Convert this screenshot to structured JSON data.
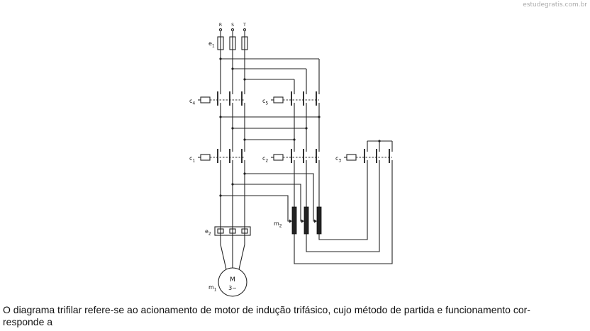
{
  "watermark": "estudegratis.com.br",
  "diagram": {
    "phases": [
      "R",
      "S",
      "T"
    ],
    "labels": {
      "e1": {
        "base": "e",
        "sub": "1"
      },
      "c4": {
        "base": "c",
        "sub": "4"
      },
      "c5": {
        "base": "c",
        "sub": "5"
      },
      "c1": {
        "base": "c",
        "sub": "1"
      },
      "c2": {
        "base": "c",
        "sub": "2"
      },
      "c3": {
        "base": "c",
        "sub": "3"
      },
      "m2": {
        "base": "m",
        "sub": "2"
      },
      "e2": {
        "base": "e",
        "sub": "2"
      },
      "m1": {
        "base": "m",
        "sub": "1"
      }
    },
    "motor": {
      "symbol": "M",
      "type": "3~"
    }
  },
  "question": {
    "lines": [
      "O diagrama trifilar refere-se ao acionamento de motor de indução trifásico, cujo método de partida e funcionamento cor-",
      "responde a"
    ]
  }
}
